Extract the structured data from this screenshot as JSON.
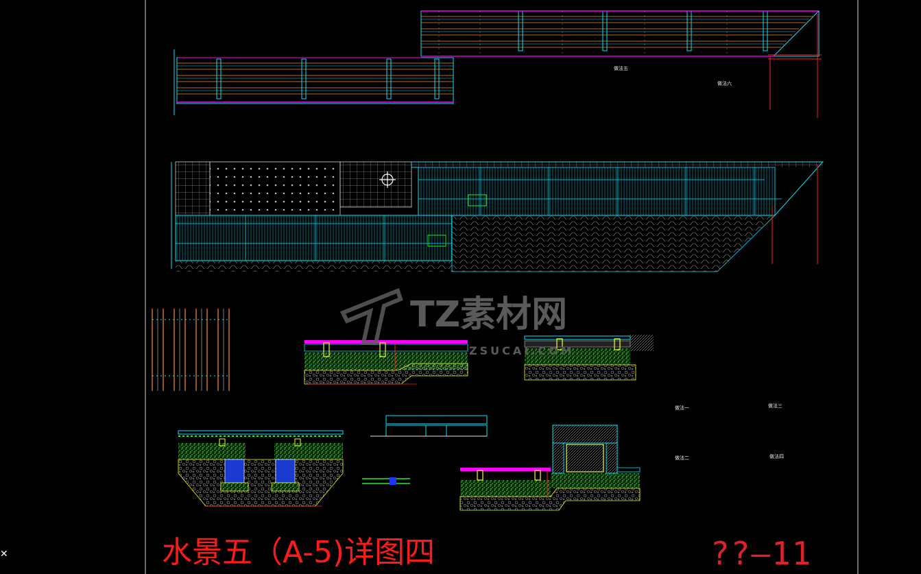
{
  "drawing": {
    "title": "水景五（A-5)详图四",
    "sheet_number": "??—11",
    "watermark": "TZ素材网",
    "watermark_sub": "ZSUCAI.COM"
  },
  "labels": [
    {
      "id": "label-1",
      "text": "做法五"
    },
    {
      "id": "label-2",
      "text": "做法六"
    },
    {
      "id": "label-3",
      "text": "做法一"
    },
    {
      "id": "label-4",
      "text": "做法三"
    },
    {
      "id": "label-5",
      "text": "做法二"
    },
    {
      "id": "label-6",
      "text": "做法四"
    }
  ],
  "colors": {
    "background": "#000000",
    "cyan": "#00e5ff",
    "yellow": "#ffff00",
    "magenta": "#ff00ff",
    "red": "#ff2020",
    "green": "#22ee22",
    "orange": "#ff8c1a",
    "white": "#e6e6e6",
    "blue": "#2233ff",
    "title_red": "#ff1a1a"
  }
}
